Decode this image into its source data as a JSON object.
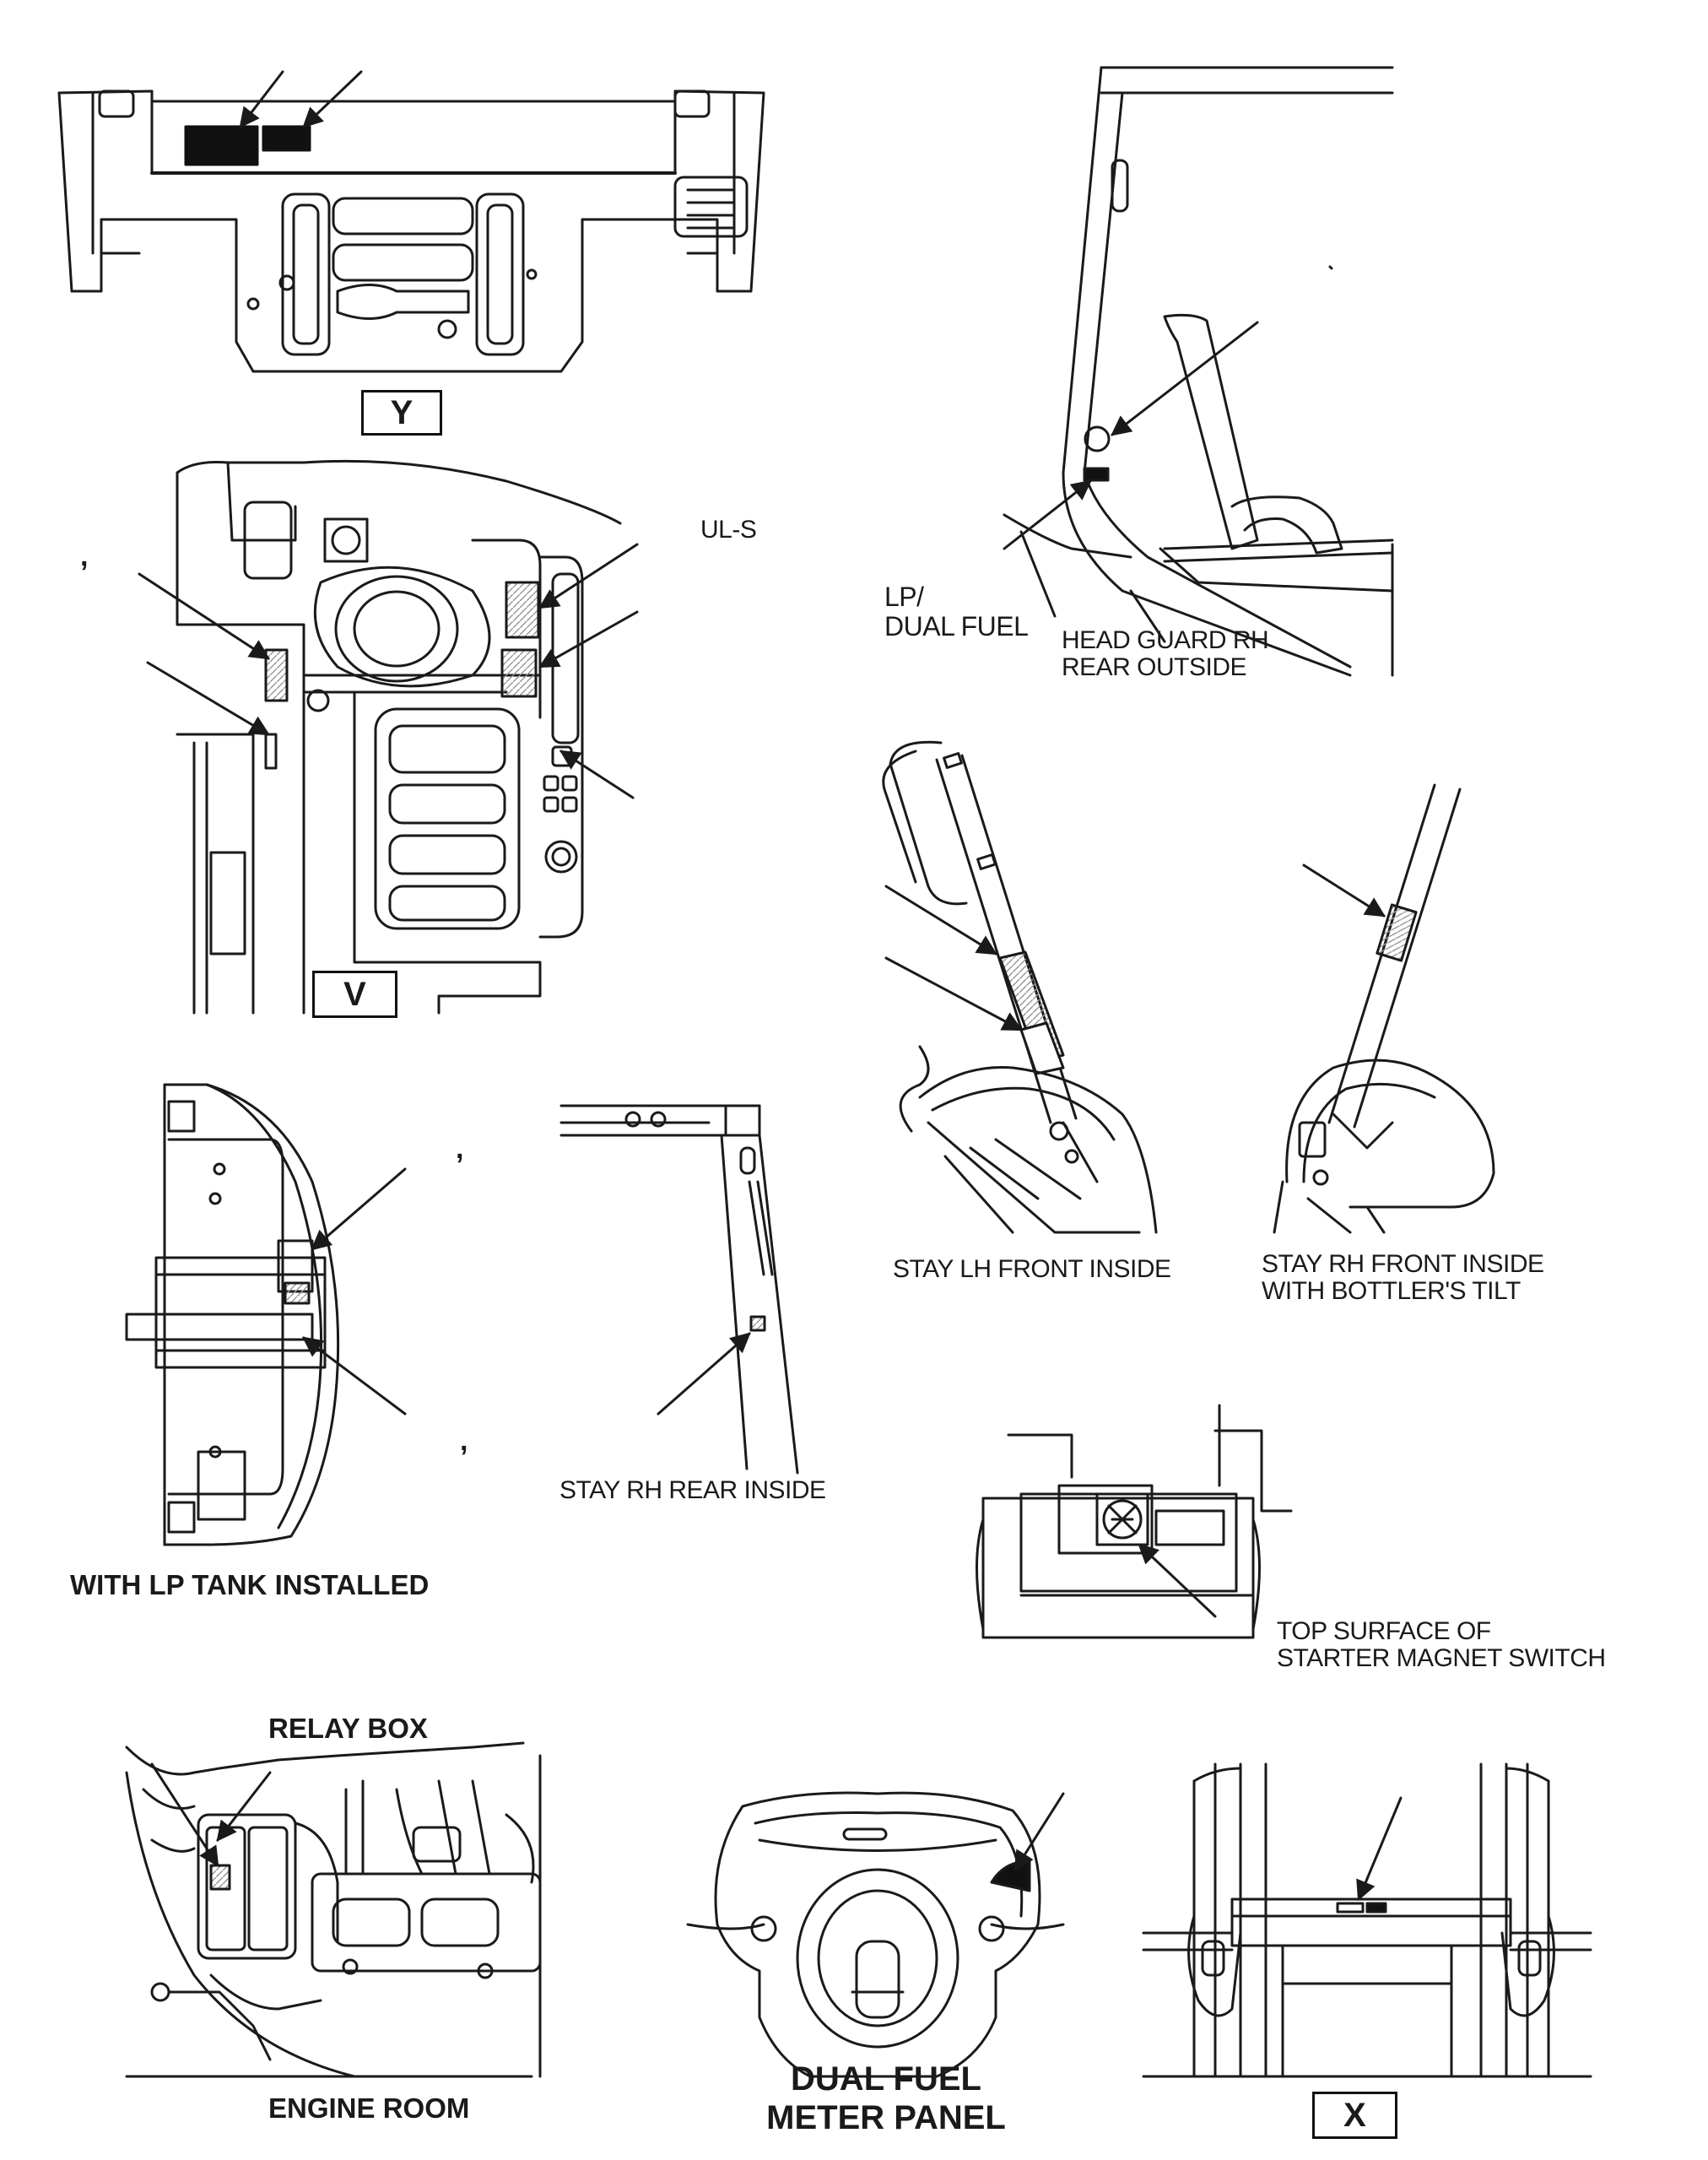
{
  "views": {
    "y_label": "Y",
    "v_label": "V",
    "x_label": "X"
  },
  "labels": {
    "ul_s": "UL-S",
    "lp_dual_fuel": "LP/\nDUAL FUEL",
    "head_guard": "HEAD GUARD RH\nREAR OUTSIDE",
    "stay_lh_front": "STAY LH FRONT INSIDE",
    "stay_rh_front": "STAY RH FRONT INSIDE\nWITH BOTTLER'S TILT",
    "stay_rh_rear": "STAY RH REAR INSIDE",
    "lp_tank": "WITH LP TANK INSTALLED",
    "starter": "TOP SURFACE OF\nSTARTER MAGNET SWITCH",
    "relay_box": "RELAY BOX",
    "engine_room": "ENGINE ROOM",
    "dual_fuel_meter": "DUAL FUEL\nMETER PANEL"
  },
  "marks": {
    "comma": ","
  },
  "colors": {
    "line": "#1a1a1a",
    "decal": "#111111",
    "hatch": "#bbbbbb"
  }
}
